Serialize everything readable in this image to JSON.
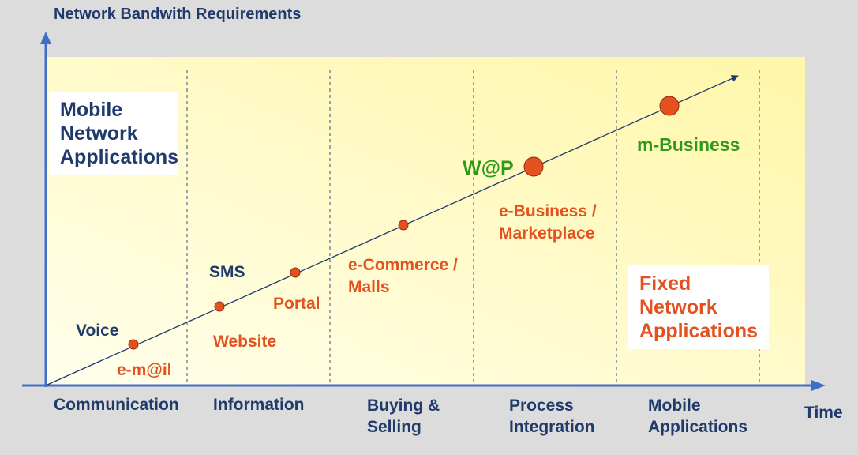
{
  "title": "Network Bandwith Requirements",
  "x_axis_label": "Time",
  "phases": [
    "Communication",
    "Information",
    "Buying &\nSelling",
    "Process\nIntegration",
    "Mobile\nApplications"
  ],
  "mobile_box": [
    "Mobile",
    "Network",
    "Applications"
  ],
  "fixed_box": [
    "Fixed",
    "Network",
    "Applications"
  ],
  "mobile_labels": {
    "voice": "Voice",
    "sms": "SMS",
    "wap": "W@P",
    "mbusiness": "m-Business"
  },
  "fixed_labels": {
    "email": "e-m@il",
    "website": "Website",
    "portal": "Portal",
    "ecommerce": "e-Commerce /\nMalls",
    "ebusiness": "e-Business /\nMarketplace"
  },
  "colors": {
    "axis": "#3f6fc6",
    "navy": "#1f3a6b",
    "red": "#e2511e",
    "green": "#2e9a1a",
    "plot_top": "#fff6a8",
    "plot_bottom": "#ffffec"
  }
}
